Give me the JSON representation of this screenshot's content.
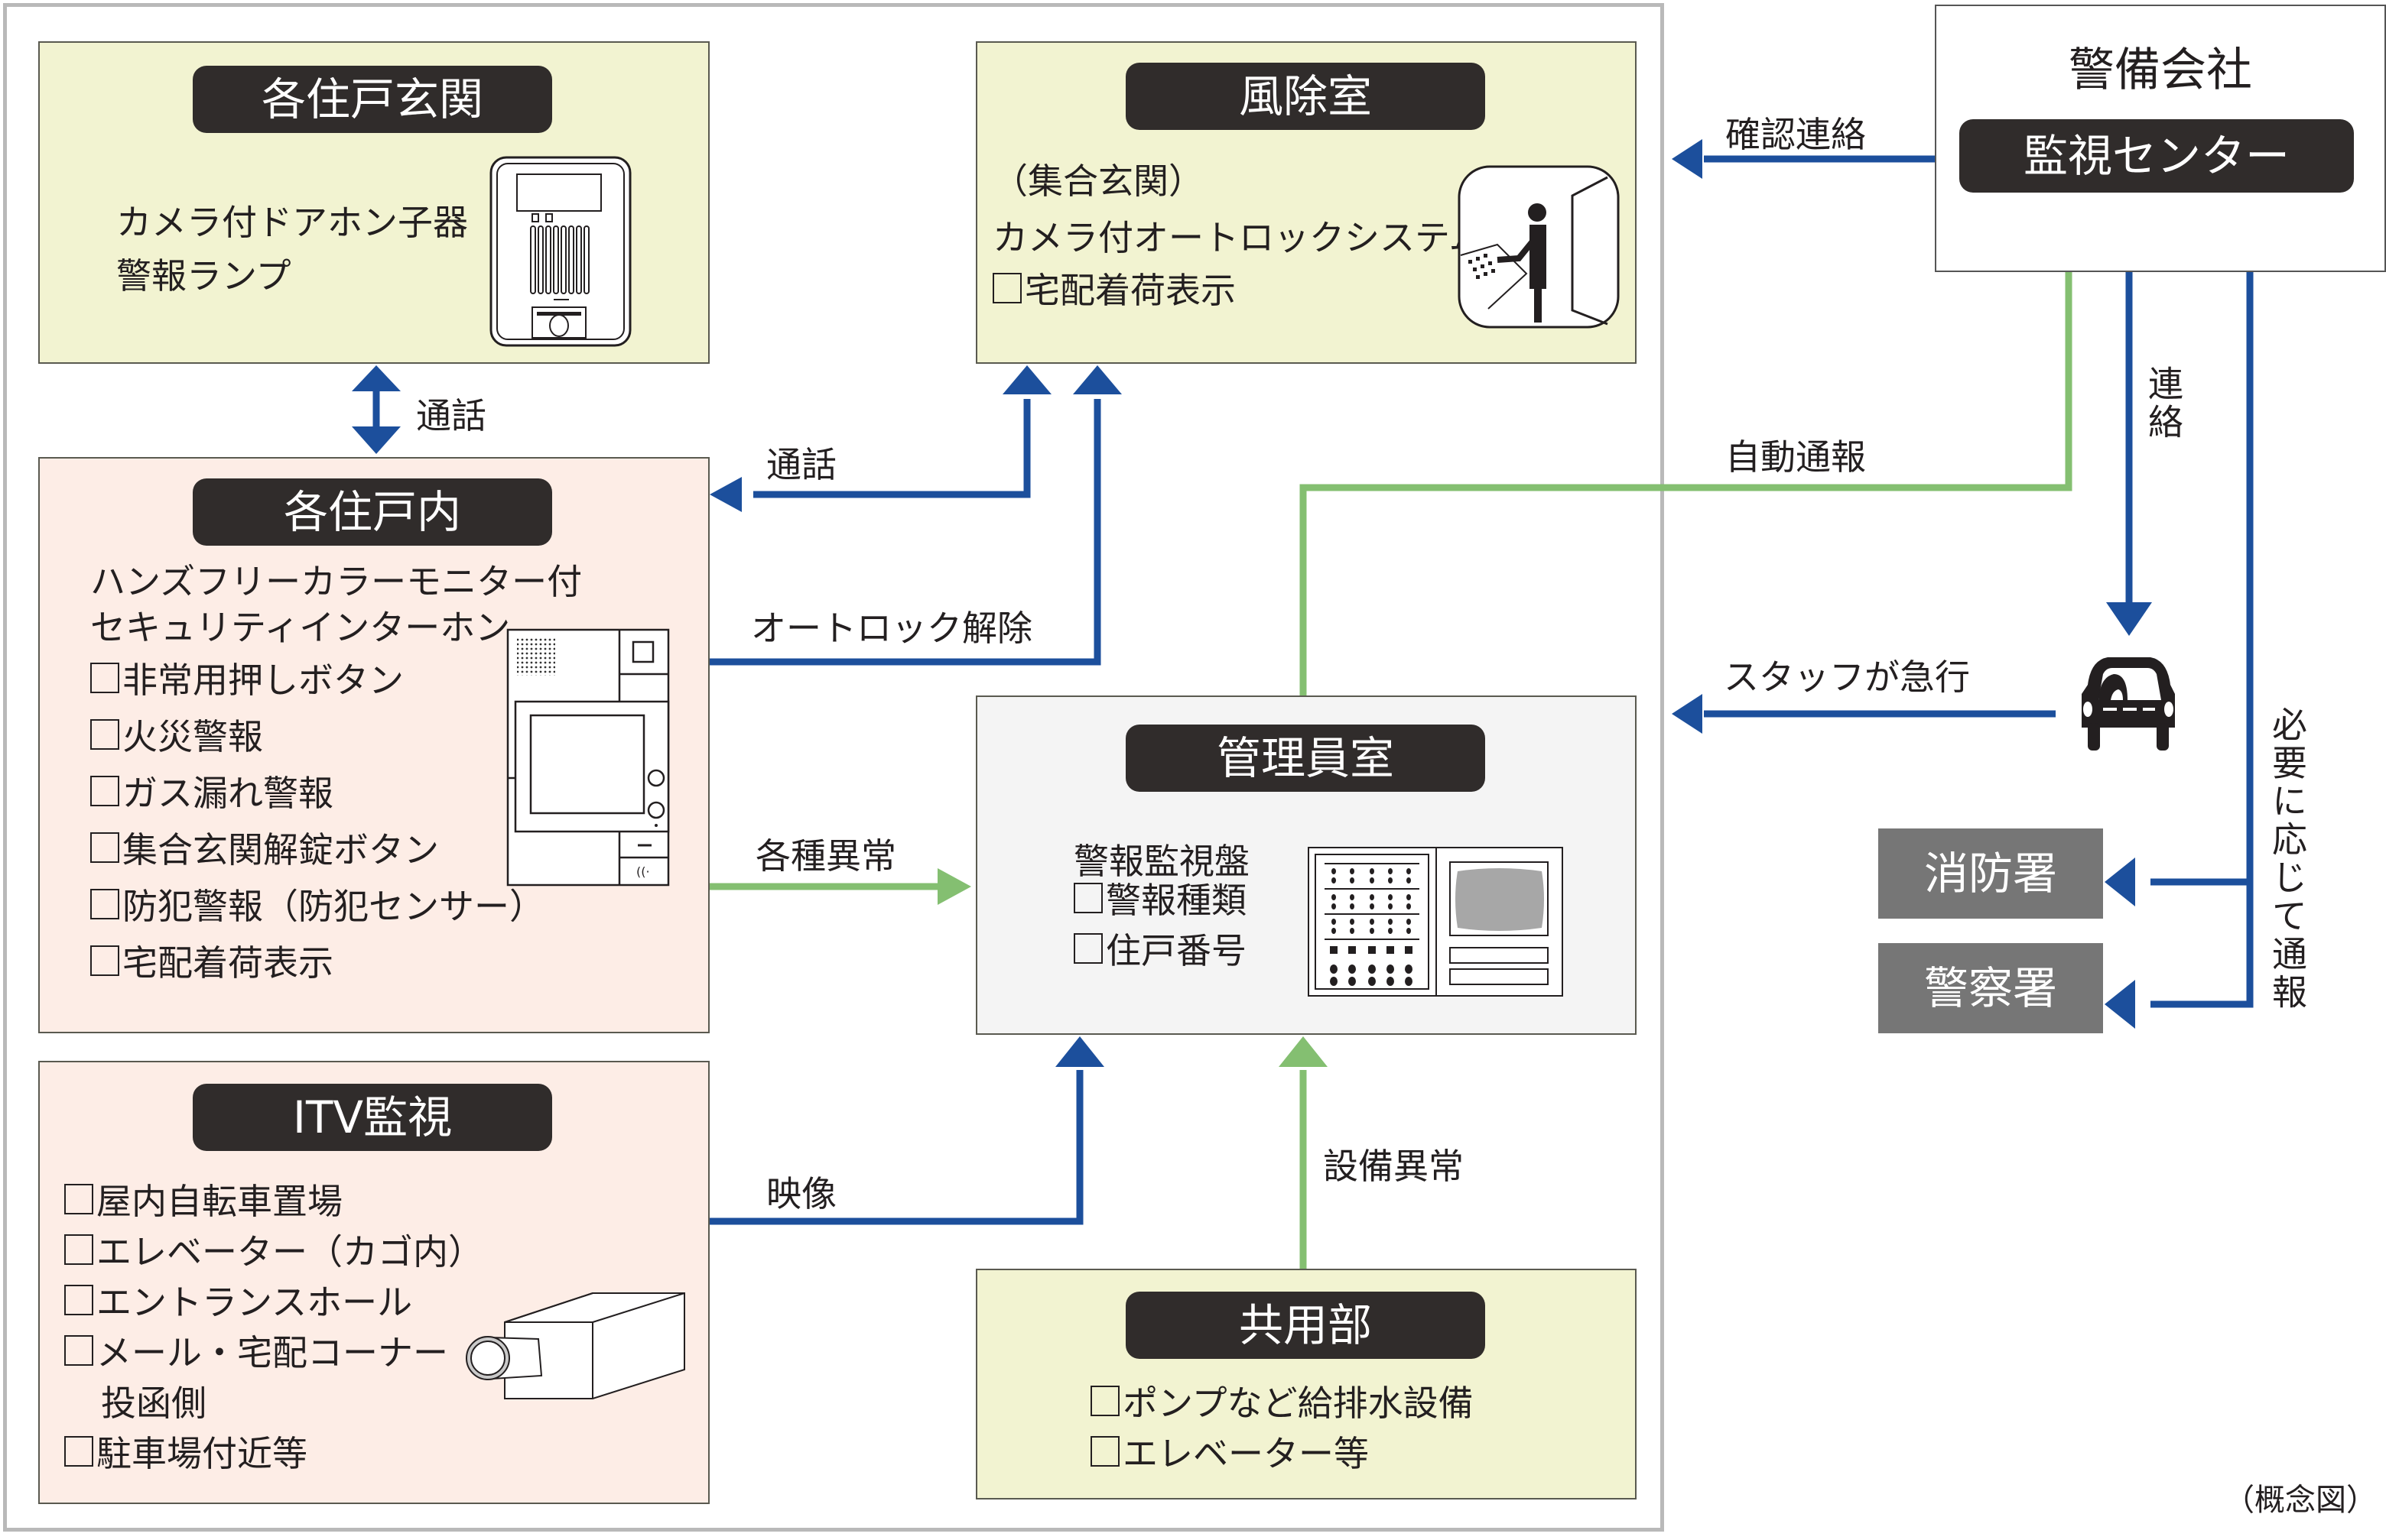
{
  "colors": {
    "blue_arrow": "#1c4f9c",
    "green_arrow": "#84bf71",
    "title_bg": "#302c2b",
    "yellow_box": "#f2f3d1",
    "pink_box": "#fdede6",
    "grey_box": "#f4f4f4",
    "agency_box": "#767676"
  },
  "entrance": {
    "title": "各住戸玄関",
    "lines": [
      "カメラ付ドアホン子器",
      "警報ランプ"
    ],
    "icon": "door-intercom-icon"
  },
  "windbreak": {
    "title": "風除室",
    "lines": [
      "（集合玄関）",
      "カメラ付オートロックシステム"
    ],
    "checklist": [
      "宅配着荷表示"
    ],
    "icon": "autolock-person-icon"
  },
  "unit_interior": {
    "title": "各住戸内",
    "lines": [
      "ハンズフリーカラーモニター付",
      "セキュリティインターホン"
    ],
    "checklist": [
      "非常用押しボタン",
      "火災警報",
      "ガス漏れ警報",
      "集合玄関解錠ボタン",
      "防犯警報（防犯センサー）",
      "宅配着荷表示"
    ],
    "icon": "monitor-intercom-icon"
  },
  "manager_room": {
    "title": "管理員室",
    "lines": [
      "警報監視盤"
    ],
    "checklist": [
      "警報種類",
      "住戸番号"
    ],
    "icon": "alarm-panel-icon"
  },
  "itv": {
    "title": "ITV監視",
    "checklist": [
      "屋内自転車置場",
      "エレベーター（カゴ内）",
      "エントランスホール",
      "メール・宅配コーナー",
      "駐車場付近等"
    ],
    "continuation": "投函側",
    "icon": "security-camera-icon"
  },
  "common_area": {
    "title": "共用部",
    "checklist": [
      "ポンプなど給排水設備",
      "エレベーター等"
    ]
  },
  "security_company": {
    "title": "警備会社",
    "center": "監視センター"
  },
  "agencies": {
    "fire": "消防署",
    "police": "警察署"
  },
  "arrows": {
    "call_entrance": "通話",
    "call_windbreak": "通話",
    "autolock_release": "オートロック解除",
    "various_abnormal": "各種異常",
    "video": "映像",
    "equipment_abnormal": "設備異常",
    "auto_report": "自動通報",
    "confirm_contact": "確認連絡",
    "contact": "連絡",
    "staff_rush": "スタッフが急行",
    "report_if_needed": "必要に応じて通報"
  },
  "footnote": "（概念図）"
}
